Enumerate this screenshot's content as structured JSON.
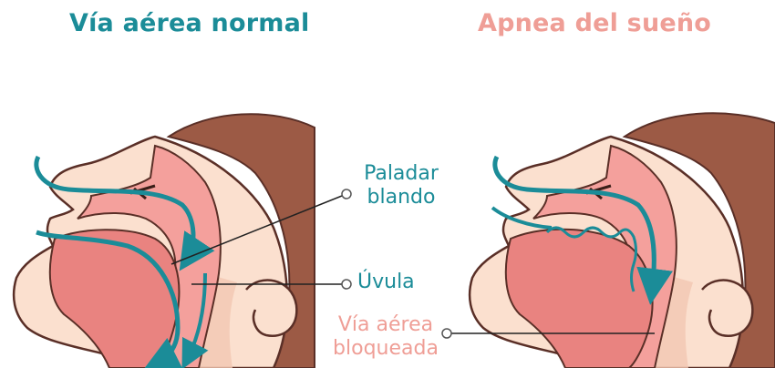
{
  "titles": {
    "normal": "Vía aérea normal",
    "apnea": "Apnea del sueño"
  },
  "labels": {
    "paladar_line1": "Paladar",
    "paladar_line2": "blando",
    "uvula": "Úvula",
    "blocked_line1": "Vía aérea",
    "blocked_line2": "bloqueada"
  },
  "colors": {
    "teal": "#1b8c98",
    "coral": "#ef9e96",
    "skin": "#fbe0cf",
    "skin_outline": "#5a2f27",
    "tissue": "#f4a09c",
    "tissue_dark": "#e98380",
    "hair": "#9c5a45",
    "airflow": "#1b8c98"
  }
}
